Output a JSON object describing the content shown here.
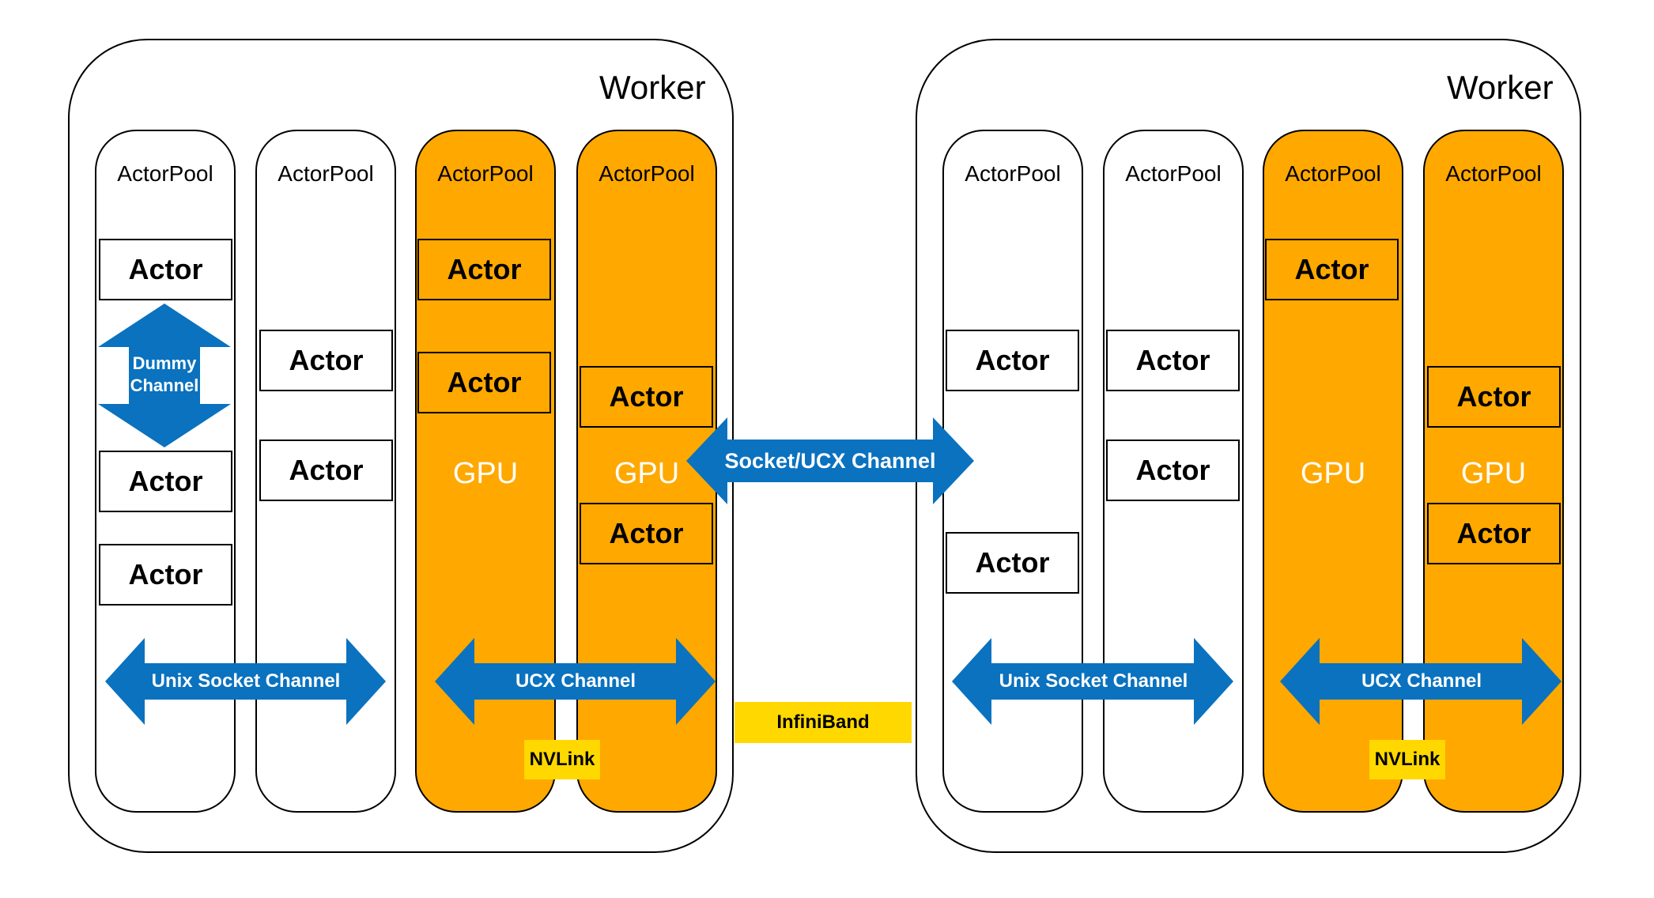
{
  "workers": [
    {
      "title": "Worker",
      "pools": [
        {
          "title": "ActorPool",
          "gpu": false,
          "actors": [
            "Actor",
            "Actor",
            "Actor"
          ]
        },
        {
          "title": "ActorPool",
          "gpu": false,
          "actors": [
            "Actor",
            "Actor"
          ]
        },
        {
          "title": "ActorPool",
          "gpu": true,
          "gpu_label": "GPU",
          "actors": [
            "Actor",
            "Actor"
          ]
        },
        {
          "title": "ActorPool",
          "gpu": true,
          "gpu_label": "GPU",
          "actors": [
            "Actor",
            "Actor"
          ]
        }
      ],
      "dummy_channel": "Dummy\nChannel",
      "unix_channel": "Unix Socket Channel",
      "ucx_channel": "UCX Channel",
      "nvlink": "NVLink"
    },
    {
      "title": "Worker",
      "pools": [
        {
          "title": "ActorPool",
          "gpu": false,
          "actors": [
            "Actor",
            "Actor"
          ]
        },
        {
          "title": "ActorPool",
          "gpu": false,
          "actors": [
            "Actor",
            "Actor"
          ]
        },
        {
          "title": "ActorPool",
          "gpu": true,
          "gpu_label": "GPU",
          "actors": [
            "Actor"
          ]
        },
        {
          "title": "ActorPool",
          "gpu": true,
          "gpu_label": "GPU",
          "actors": [
            "Actor",
            "Actor"
          ]
        }
      ],
      "unix_channel": "Unix Socket Channel",
      "ucx_channel": "UCX Channel",
      "nvlink": "NVLink"
    }
  ],
  "socket_ucx_channel": "Socket/UCX Channel",
  "infiniband": "InfiniBand",
  "colors": {
    "gpu": "#ffa800",
    "arrow": "#0a72bf",
    "tag": "#ffd800"
  }
}
